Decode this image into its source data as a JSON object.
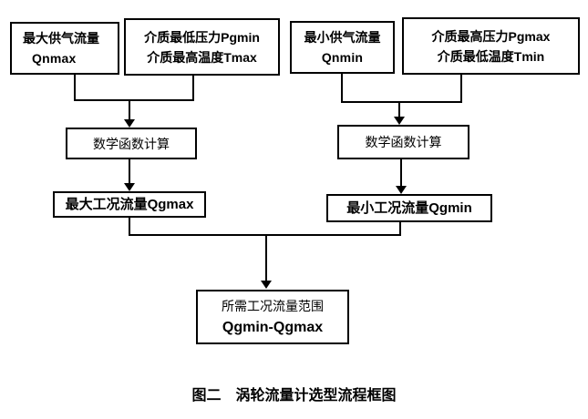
{
  "diagram": {
    "caption": "图二　涡轮流量计选型流程框图",
    "colors": {
      "line": "#000000",
      "text": "#000000",
      "background": "#ffffff"
    },
    "nodes": {
      "max_supply_flow": {
        "line1": "最大供气流量",
        "line2": "Qnmax"
      },
      "min_pressure_max_temp": {
        "line1": "介质最低压力Pgmin",
        "line2": "介质最高温度Tmax"
      },
      "min_supply_flow": {
        "line1": "最小供气流量",
        "line2": "Qnmin"
      },
      "max_pressure_min_temp": {
        "line1": "介质最高压力Pgmax",
        "line2": "介质最低温度Tmin"
      },
      "math_calc_left": {
        "label": "数学函数计算"
      },
      "math_calc_right": {
        "label": "数学函数计算"
      },
      "max_working_flow": {
        "label": "最大工况流量Qgmax"
      },
      "min_working_flow": {
        "label": "最小工况流量Qgmin"
      },
      "required_flow_range": {
        "line1": "所需工况流量范围",
        "line2": "Qgmin-Qgmax"
      }
    }
  }
}
